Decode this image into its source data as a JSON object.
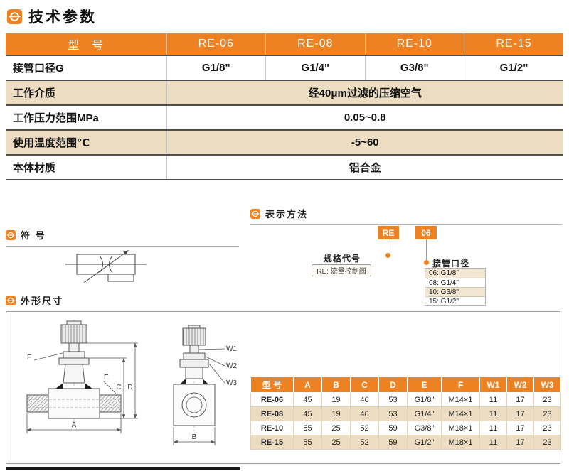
{
  "page": {
    "title": "技术参数",
    "sections": {
      "symbol": "符 号",
      "representation": "表示方法",
      "dimensions": "外形尺寸"
    }
  },
  "spec_table": {
    "header": [
      "型　号",
      "RE-06",
      "RE-08",
      "RE-10",
      "RE-15"
    ],
    "rows": [
      {
        "label": "接管口径G",
        "values": [
          "G1/8\"",
          "G1/4\"",
          "G3/8\"",
          "G1/2\""
        ]
      },
      {
        "label": "工作介质",
        "value": "经40μm过滤的压缩空气"
      },
      {
        "label": "工作压力范围MPa",
        "value": "0.05~0.8"
      },
      {
        "label": "使用温度范围℃",
        "value": "-5~60"
      },
      {
        "label": "本体材质",
        "value": "铝合金"
      }
    ]
  },
  "representation": {
    "code_left": "RE",
    "code_right": "06",
    "spec_code_label": "规格代号",
    "spec_code_value": "RE: 流量控制阀",
    "port_label": "接管口径",
    "port_options": [
      "06: G1/8\"",
      "08: G1/4\"",
      "10: G3/8\"",
      "15: G1/2\""
    ]
  },
  "drawing": {
    "front_labels": {
      "F": "F",
      "E": "E",
      "C": "C",
      "D": "D",
      "A": "A"
    },
    "side_labels": {
      "W1": "W1",
      "W2": "W2",
      "W3": "W3",
      "B": "B"
    }
  },
  "dim_table": {
    "header": [
      "型 号",
      "A",
      "B",
      "C",
      "D",
      "E",
      "F",
      "W1",
      "W2",
      "W3"
    ],
    "rows": [
      [
        "RE-06",
        "45",
        "19",
        "46",
        "53",
        "G1/8\"",
        "M14×1",
        "11",
        "17",
        "23"
      ],
      [
        "RE-08",
        "45",
        "19",
        "46",
        "53",
        "G1/4\"",
        "M14×1",
        "11",
        "17",
        "23"
      ],
      [
        "RE-10",
        "55",
        "25",
        "52",
        "59",
        "G3/8\"",
        "M18×1",
        "11",
        "17",
        "23"
      ],
      [
        "RE-15",
        "55",
        "25",
        "52",
        "59",
        "G1/2\"",
        "M18×1",
        "11",
        "17",
        "23"
      ]
    ]
  },
  "colors": {
    "orange": "#EE8222",
    "tan": "#EBDCC2"
  }
}
